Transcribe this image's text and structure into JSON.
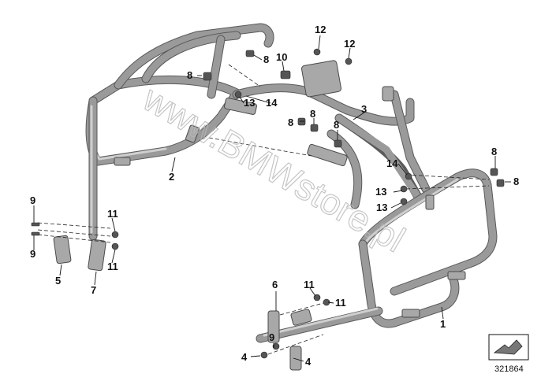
{
  "diagram": {
    "callouts": {
      "c1": "1",
      "c2": "2",
      "c3": "3",
      "c4a": "4",
      "c4b": "4",
      "c5": "5",
      "c6": "6",
      "c7": "7",
      "c8a": "8",
      "c8b": "8",
      "c8c": "8",
      "c8d": "8",
      "c8e": "8",
      "c8f": "8",
      "c8g": "8",
      "c9a": "9",
      "c9b": "9",
      "c9c": "9",
      "c10": "10",
      "c11a": "11",
      "c11b": "11",
      "c11c": "11",
      "c11d": "11",
      "c12a": "12",
      "c12b": "12",
      "c13a": "13",
      "c13b": "13",
      "c13c": "13",
      "c14a": "14",
      "c14b": "14"
    },
    "watermark": "www.BMWstore.pl",
    "reference_number": "321864",
    "icon": "diagram-direction-icon"
  }
}
